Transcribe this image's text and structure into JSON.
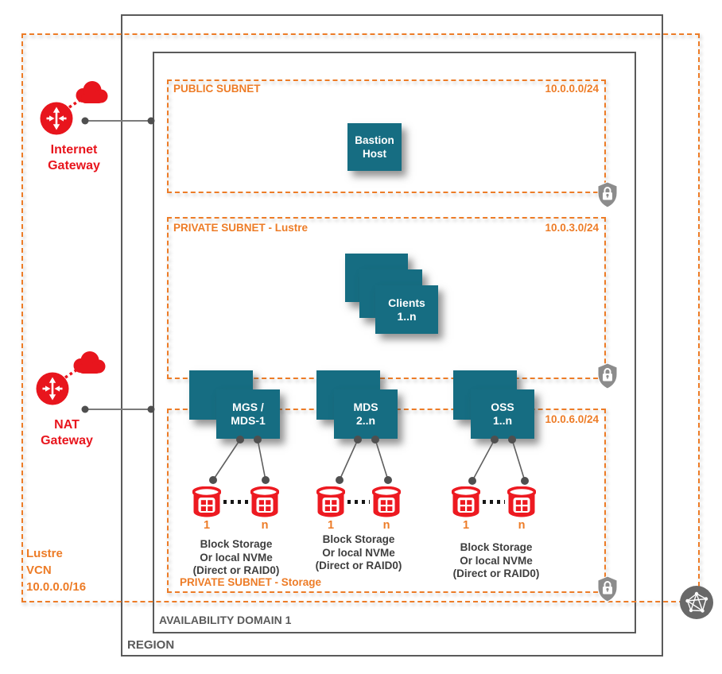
{
  "diagram": {
    "region_label": "REGION",
    "availability_domain_label": "AVAILABILITY DOMAIN 1",
    "vcn": {
      "name_line1": "Lustre",
      "name_line2": "VCN",
      "cidr": "10.0.0.0/16"
    },
    "internet_gateway": {
      "line1": "Internet",
      "line2": "Gateway"
    },
    "nat_gateway": {
      "line1": "NAT",
      "line2": "Gateway"
    },
    "subnets": {
      "public": {
        "name": "PUBLIC SUBNET",
        "cidr": "10.0.0.0/24"
      },
      "lustre": {
        "name": "PRIVATE SUBNET - Lustre",
        "cidr": "10.0.3.0/24"
      },
      "storage": {
        "name": "PRIVATE SUBNET - Storage",
        "cidr": "10.0.6.0/24"
      }
    },
    "nodes": {
      "bastion": {
        "line1": "Bastion",
        "line2": "Host"
      },
      "clients": {
        "line1": "Clients",
        "line2": "1..n"
      },
      "mgs": {
        "line1": "MGS /",
        "line2": "MDS-1"
      },
      "mds": {
        "line1": "MDS",
        "line2": "2..n"
      },
      "oss": {
        "line1": "OSS",
        "line2": "1..n"
      }
    },
    "storage_groups": [
      {
        "disk_first": "1",
        "disk_last": "n",
        "caption1": "Block Storage",
        "caption2": "Or local NVMe",
        "caption3": "(Direct or RAID0)"
      },
      {
        "disk_first": "1",
        "disk_last": "n",
        "caption1": "Block Storage",
        "caption2": "Or local NVMe",
        "caption3": "(Direct or RAID0)"
      },
      {
        "disk_first": "1",
        "disk_last": "n",
        "caption1": "Block Storage",
        "caption2": "Or local NVMe",
        "caption3": "(Direct or RAID0)"
      }
    ],
    "colors": {
      "orange": "#ED7C27",
      "teal": "#166D82",
      "red": "#E8151D",
      "frame_gray": "#5A5A5A",
      "caption_gray": "#3E3E3E",
      "shield_gray": "#8C8C8C"
    }
  }
}
